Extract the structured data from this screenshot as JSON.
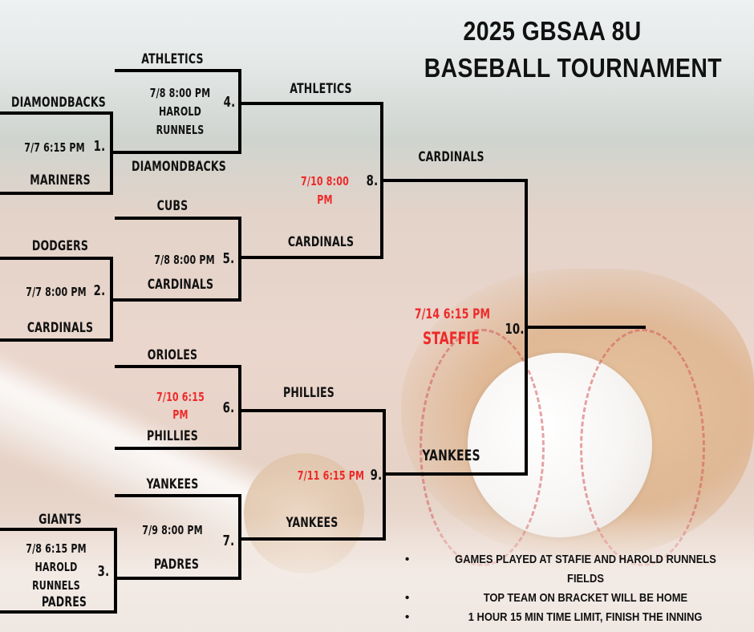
{
  "title": {
    "line1": "2025 GBSAA 8U",
    "line2": "BASEBALL TOURNAMENT"
  },
  "games": {
    "g1": {
      "number": "1.",
      "time": "7/7 6:15 PM",
      "top_team": "DIAMONDBACKS",
      "bottom_team": "MARINERS"
    },
    "g2": {
      "number": "2.",
      "time": "7/7 8:00 PM",
      "top_team": "DODGERS",
      "bottom_team": "CARDINALS"
    },
    "g3": {
      "number": "3.",
      "time": "7/8 6:15 PM",
      "location_line1": "HAROLD",
      "location_line2": "RUNNELS",
      "top_team": "GIANTS",
      "bottom_team": "PADRES"
    },
    "g4": {
      "number": "4.",
      "time": "7/8 8:00 PM",
      "location_line1": "HAROLD",
      "location_line2": "RUNNELS",
      "top_team": "ATHLETICS",
      "bottom_team": "DIAMONDBACKS"
    },
    "g5": {
      "number": "5.",
      "time": "7/8 8:00 PM",
      "top_team": "CUBS",
      "bottom_team": "CARDINALS"
    },
    "g6": {
      "number": "6.",
      "time_line1": "7/10 6:15",
      "time_line2": "PM",
      "top_team": "ORIOLES",
      "bottom_team": "PHILLIES"
    },
    "g7": {
      "number": "7.",
      "time": "7/9 8:00 PM",
      "top_team": "YANKEES",
      "bottom_team": "PADRES"
    },
    "g8": {
      "number": "8.",
      "time_line1": "7/10 8:00",
      "time_line2": "PM",
      "top_team": "ATHLETICS",
      "bottom_team": "CARDINALS"
    },
    "g9": {
      "number": "9.",
      "time": "7/11 6:15 PM",
      "top_team": "PHILLIES",
      "bottom_team": "YANKEES"
    },
    "g10": {
      "number": "10.",
      "time": "7/14 6:15 PM",
      "location": "STAFFIE",
      "top_team": "CARDINALS",
      "bottom_team": "YANKEES"
    }
  },
  "notes": [
    "GAMES PLAYED AT STAFIE AND HAROLD RUNNELS FIELDS",
    "TOP TEAM ON BRACKET WILL BE HOME",
    "1 HOUR 15 MIN TIME LIMIT, FINISH THE INNING"
  ],
  "bullet": "•",
  "colors": {
    "text": "#111111",
    "highlight": "#ee2a2a",
    "lines": "#000000"
  }
}
